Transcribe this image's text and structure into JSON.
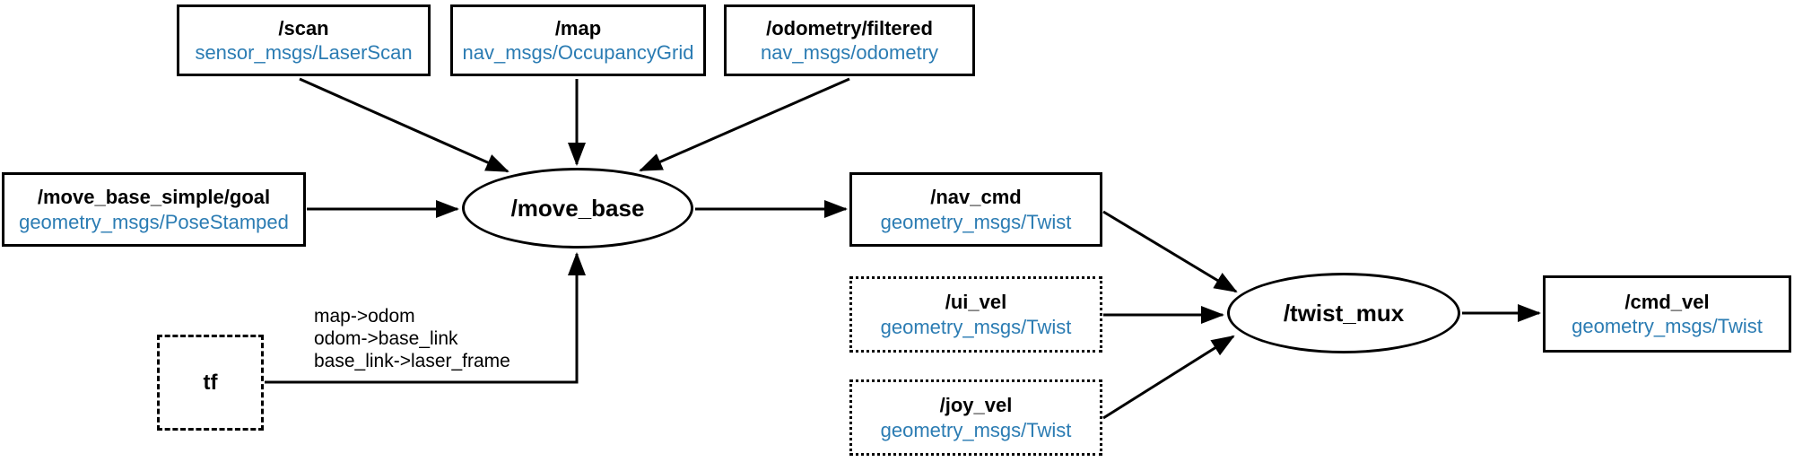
{
  "colors": {
    "line": "#000000",
    "topic_text": "#000000",
    "msg_type_text": "#2b7cb3",
    "background": "#ffffff"
  },
  "topics": {
    "scan": {
      "topic": "/scan",
      "msg_type": "sensor_msgs/LaserScan"
    },
    "map": {
      "topic": "/map",
      "msg_type": "nav_msgs/OccupancyGrid"
    },
    "odometry": {
      "topic": "/odometry/filtered",
      "msg_type": "nav_msgs/odometry"
    },
    "goal": {
      "topic": "/move_base_simple/goal",
      "msg_type": "geometry_msgs/PoseStamped"
    },
    "nav_cmd": {
      "topic": "/nav_cmd",
      "msg_type": "geometry_msgs/Twist"
    },
    "ui_vel": {
      "topic": "/ui_vel",
      "msg_type": "geometry_msgs/Twist"
    },
    "joy_vel": {
      "topic": "/joy_vel",
      "msg_type": "geometry_msgs/Twist"
    },
    "cmd_vel": {
      "topic": "/cmd_vel",
      "msg_type": "geometry_msgs/Twist"
    }
  },
  "nodes": {
    "move_base": {
      "label": "/move_base"
    },
    "twist_mux": {
      "label": "/twist_mux"
    },
    "tf": {
      "label": "tf"
    }
  },
  "tf_frames": {
    "line1": "map->odom",
    "line2": "odom->base_link",
    "line3": "base_link->laser_frame"
  }
}
